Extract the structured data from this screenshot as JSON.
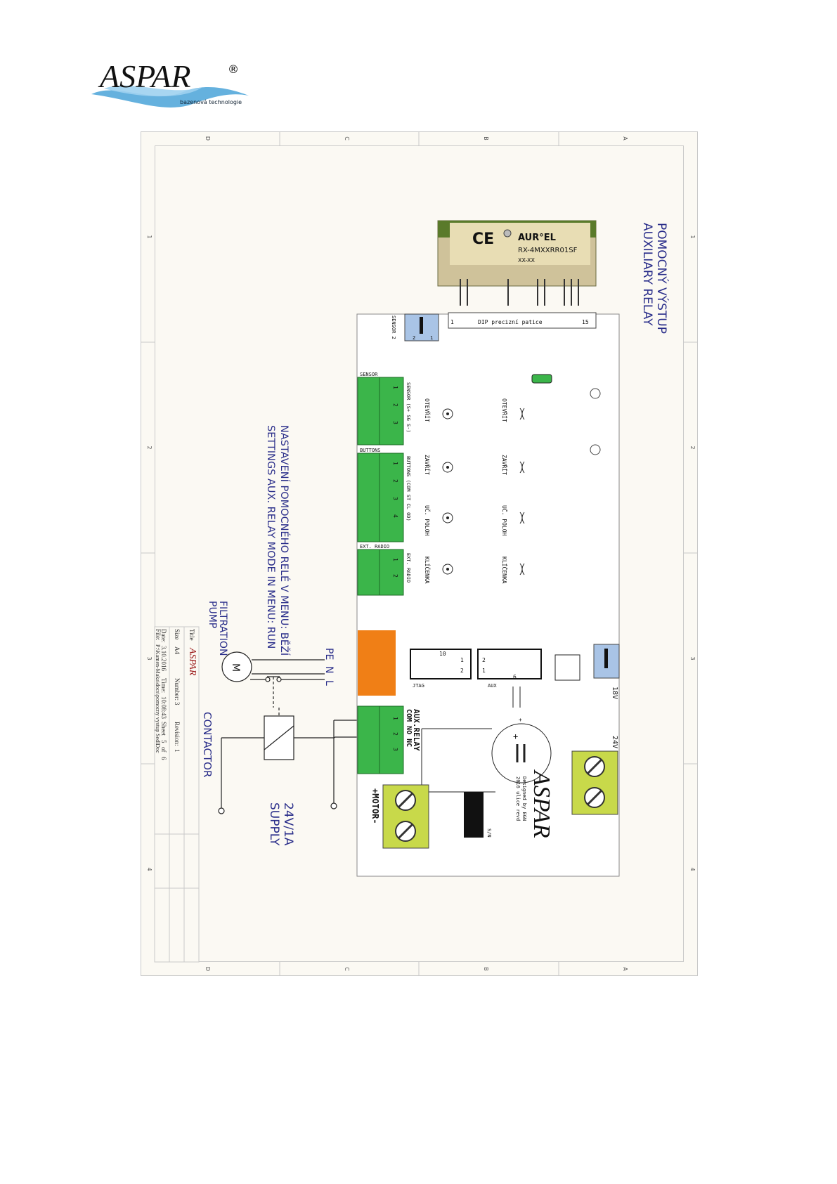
{
  "logo": {
    "brand": "ASPAR",
    "reg": "®",
    "tagline": "bazenová technologie"
  },
  "colors": {
    "terminal_green": "#3bb54a",
    "blue_label": "#2a2e8a",
    "relay_blue": "#a9c4e6",
    "motor_orange": "#f07f16",
    "screw_yellow": "#c8d94a",
    "pcb_bg": "#ffffff",
    "sheet_bg": "#fbf9f3"
  },
  "frame": {
    "cols": [
      "D",
      "C",
      "B",
      "A"
    ],
    "rows": [
      "1",
      "2",
      "3",
      "4"
    ]
  },
  "title_block": {
    "title_label": "Title",
    "title_value": "ASPAR",
    "size_label": "Size",
    "size_value": "A4",
    "number_label": "Number:",
    "number_value": "3",
    "revision_label": "Revision:",
    "revision_value": "1",
    "date_label": "Date:",
    "date_value": "3.10.2016",
    "time_label": "Time:",
    "time_value": "10:08:43",
    "sheet_label": "Sheet",
    "sheet_value": "5",
    "of_label": "of",
    "of_value": "6",
    "file_label": "File:",
    "file_value": "P:\\Kamen-Maka\\docs\\pomocny vystup SedlDoc"
  },
  "headings": {
    "main_cz": "POMOCNÝ VÝSTUP",
    "main_en": "AUXILIARY RELAY",
    "settings_cz": "NASTAVENÍ POMOCNÉHO RELÉ V MENU: BĚŽÍ",
    "settings_en": "SETTINGS AUX. RELAY MODE IN MENU: RUN"
  },
  "labels": {
    "filtration": "FILTRATION",
    "pump": "PUMP",
    "motor_letter": "M",
    "pe": "PE",
    "n": "N",
    "l": "L",
    "contactor": "CONTACTOR",
    "supply_line1": "24V/1A",
    "supply_line2": "SUPPLY"
  },
  "module": {
    "brand": "AUR°EL",
    "model": "RX-4MXXRR01SF",
    "code": "XX-XX",
    "ce": "CE"
  },
  "pcb": {
    "socket": "DIP precizní patice",
    "socket_pin1": "1",
    "socket_pin15": "15",
    "sensor2": "SENSOR 2",
    "jumper_pins": [
      "2",
      "1"
    ],
    "sensor": "SENSOR",
    "sensor_pins": "SENSOR (S+ SG S-)",
    "buttons": "BUTTONS",
    "buttons_pins": "BUTTONS (COM ST CL OD)",
    "ext_radio": "EXT. RADIO",
    "ext_radio_pins": "EXT. RADIO",
    "pin_numbers": [
      "1",
      "2",
      "3",
      "4"
    ],
    "btn_open": "OTEVŘÍT",
    "btn_close": "ZAVŘÍT",
    "btn_partial": "UČ. POLOH",
    "btn_key": "KLÍČENKA",
    "jtag": "JTAG",
    "jtag_num": "10",
    "aux": "AUX",
    "aux_num": "6",
    "header_nums": [
      "1",
      "2"
    ],
    "aux_relay": "AUX.RELAY",
    "aux_relay_pins": "COM NO NC",
    "motor": "+MOTOR-",
    "v18": "18V",
    "v24": "24V",
    "sn": "S/N",
    "designed": "Designed by EGN",
    "rev": "2016 ulice revd",
    "pcb_brand": "ASPAR",
    "plus": "+",
    "cap_plus": "+"
  }
}
